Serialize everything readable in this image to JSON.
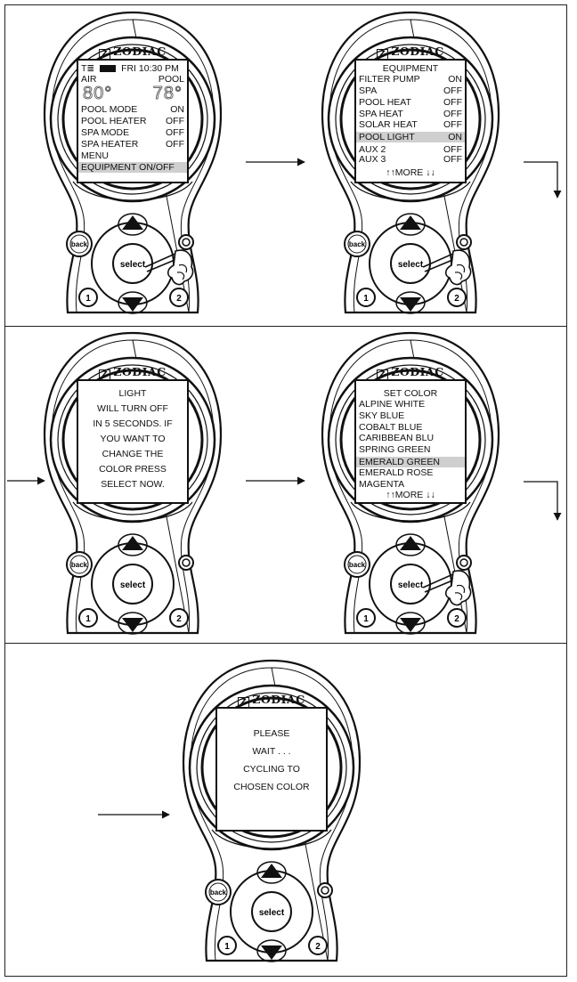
{
  "brand": "ZODIAC",
  "buttons": {
    "back": "back",
    "select": "select",
    "one": "1",
    "two": "2"
  },
  "screen1": {
    "status_icon": "T≣",
    "datetime": "FRI 10:30 PM",
    "air_label": "AIR",
    "pool_label": "POOL",
    "air_temp": "80°",
    "pool_temp": "78°",
    "rows": [
      {
        "label": "POOL MODE",
        "value": "ON"
      },
      {
        "label": "POOL HEATER",
        "value": "OFF"
      },
      {
        "label": "SPA MODE",
        "value": "OFF"
      },
      {
        "label": "SPA HEATER",
        "value": "OFF"
      },
      {
        "label": "MENU",
        "value": ""
      }
    ],
    "selected": "EQUIPMENT ON/OFF"
  },
  "screen2": {
    "title": "EQUIPMENT",
    "rows": [
      {
        "label": "FILTER PUMP",
        "value": "ON"
      },
      {
        "label": "SPA",
        "value": "OFF"
      },
      {
        "label": "POOL HEAT",
        "value": "OFF"
      },
      {
        "label": "SPA HEAT",
        "value": "OFF"
      },
      {
        "label": "SOLAR HEAT",
        "value": "OFF"
      },
      {
        "label": "POOL LIGHT",
        "value": "ON"
      },
      {
        "label": "AUX 2",
        "value": "OFF"
      },
      {
        "label": "AUX 3",
        "value": "OFF"
      }
    ],
    "more": "↑↑MORE ↓↓"
  },
  "screen3": {
    "lines": [
      "LIGHT",
      "WILL TURN OFF",
      "IN 5 SECONDS.  IF",
      "YOU WANT TO",
      "CHANGE THE",
      "COLOR PRESS",
      "SELECT NOW."
    ]
  },
  "screen4": {
    "title": "SET COLOR",
    "items": [
      "ALPINE WHITE",
      "SKY BLUE",
      "COBALT BLUE",
      "CARIBBEAN BLU",
      "SPRING GREEN",
      "EMERALD GREEN",
      "EMERALD ROSE",
      "MAGENTA"
    ],
    "selected_index": 5,
    "more": "↑↑MORE ↓↓"
  },
  "screen5": {
    "lines": [
      "PLEASE",
      "WAIT . . .",
      "CYCLING TO",
      "CHOSEN COLOR"
    ]
  }
}
